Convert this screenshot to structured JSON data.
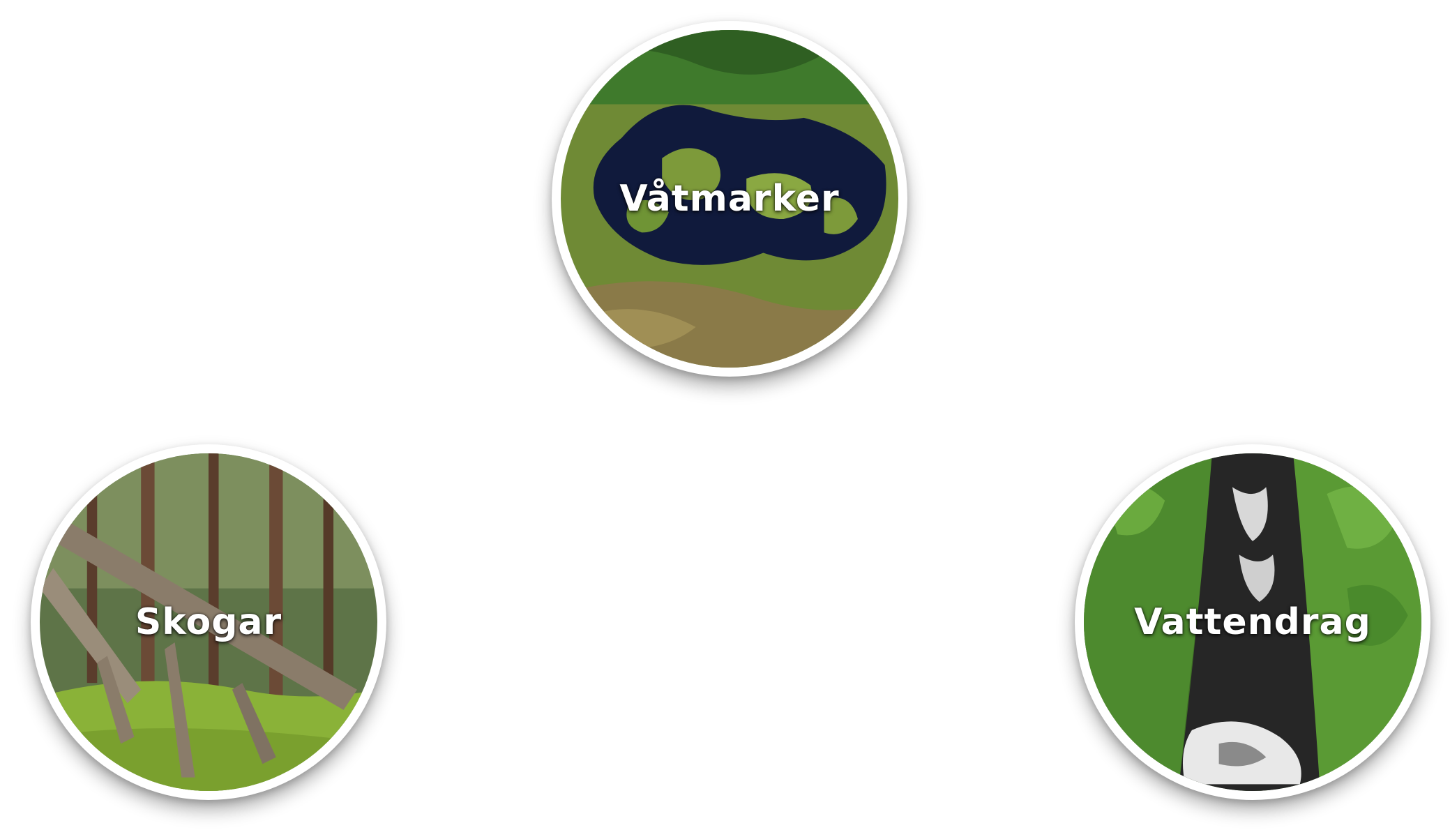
{
  "habitats": [
    {
      "id": "wetlands",
      "label": "Våtmarker",
      "image_subject": "aerial view of bog pools",
      "colors": {
        "water": "#101a3c",
        "moss": "#7d9a3a",
        "forest": "#3f7a2c"
      }
    },
    {
      "id": "forests",
      "label": "Skogar",
      "image_subject": "old pine forest with fallen dead tree",
      "colors": {
        "trunk": "#7a6a58",
        "moss": "#8ab238",
        "forest": "#4f6a3a"
      }
    },
    {
      "id": "watercourses",
      "label": "Vattendrag",
      "image_subject": "rapids in a forested ravine",
      "colors": {
        "rock": "#2a2a2a",
        "foam": "#e8e8e8",
        "foliage": "#4d8a2e"
      }
    }
  ]
}
